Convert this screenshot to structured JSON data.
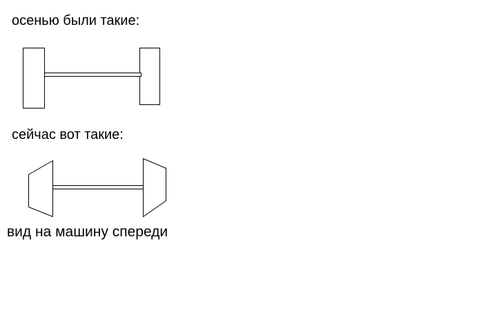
{
  "labels": {
    "autumn": "осенью были такие:",
    "now": "сейчас вот такие:",
    "caption": "вид на машину спереди"
  },
  "colors": {
    "background": "#ffffff",
    "ink": "#000000"
  }
}
